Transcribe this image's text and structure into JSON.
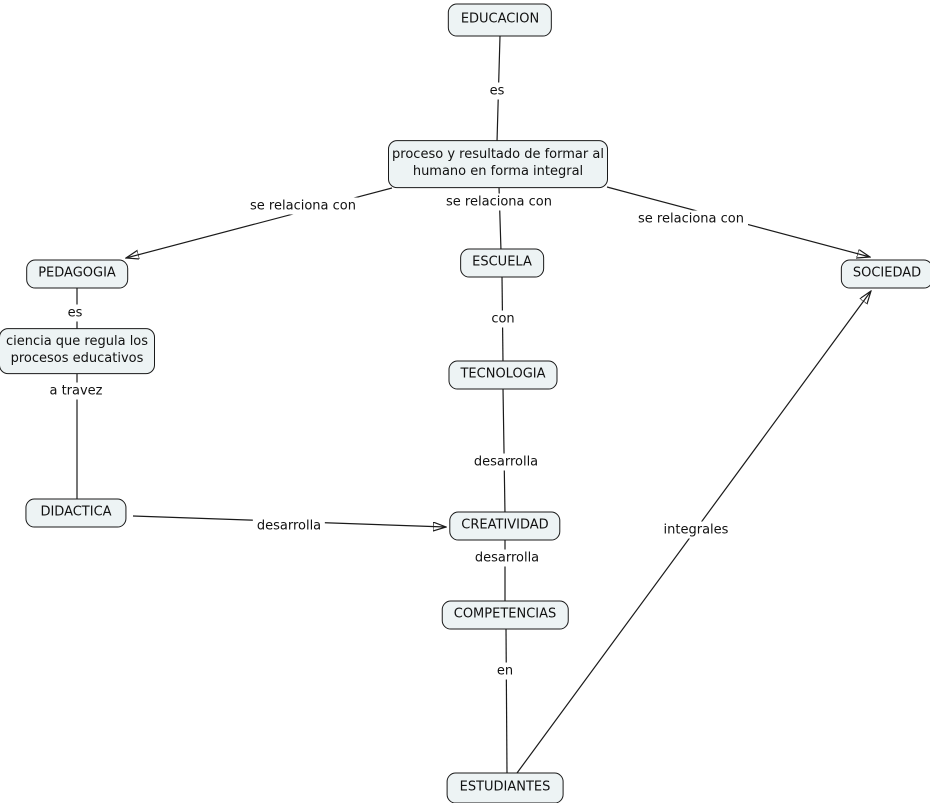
{
  "diagram": {
    "type": "concept-map",
    "topic": "EDUCACION",
    "nodes": {
      "educacion": {
        "label": "EDUCACION"
      },
      "proceso": {
        "lines": [
          "proceso y resultado de formar al",
          "humano en forma integral"
        ]
      },
      "pedagogia": {
        "label": "PEDAGOGIA"
      },
      "ciencia": {
        "lines": [
          "ciencia que regula los",
          "procesos educativos"
        ]
      },
      "didactica": {
        "label": "DIDACTICA"
      },
      "escuela": {
        "label": "ESCUELA"
      },
      "tecnologia": {
        "label": "TECNOLOGIA"
      },
      "creatividad": {
        "label": "CREATIVIDAD"
      },
      "competencias": {
        "label": "COMPETENCIAS"
      },
      "estudiantes": {
        "label": "ESTUDIANTES"
      },
      "sociedad": {
        "label": "SOCIEDAD"
      }
    },
    "link_labels": {
      "es_educacion": "es",
      "se_relaciona_left": "se relaciona con",
      "se_relaciona_center": "se relaciona con",
      "se_relaciona_right": "se relaciona con",
      "es_pedagogia": "es",
      "a_travez": "a travez",
      "con": "con",
      "desarrolla_tecnologia": "desarrolla",
      "desarrolla_didactica": "desarrolla",
      "desarrolla_creatividad": "desarrolla",
      "en": "en",
      "integrales": "integrales"
    },
    "edges": [
      {
        "from": "EDUCACION",
        "label": "es",
        "to": "proceso y resultado de formar al humano en forma integral",
        "arrow": false
      },
      {
        "from": "proceso y resultado de formar al humano en forma integral",
        "label": "se relaciona con",
        "to": "PEDAGOGIA",
        "arrow": true
      },
      {
        "from": "proceso y resultado de formar al humano en forma integral",
        "label": "se relaciona con",
        "to": "ESCUELA",
        "arrow": false
      },
      {
        "from": "proceso y resultado de formar al humano en forma integral",
        "label": "se relaciona con",
        "to": "SOCIEDAD",
        "arrow": true
      },
      {
        "from": "PEDAGOGIA",
        "label": "es",
        "to": "ciencia que regula los procesos educativos",
        "arrow": false
      },
      {
        "from": "ciencia que regula los procesos educativos",
        "label": "a travez",
        "to": "DIDACTICA",
        "arrow": false
      },
      {
        "from": "DIDACTICA",
        "label": "desarrolla",
        "to": "CREATIVIDAD",
        "arrow": true
      },
      {
        "from": "ESCUELA",
        "label": "con",
        "to": "TECNOLOGIA",
        "arrow": false
      },
      {
        "from": "TECNOLOGIA",
        "label": "desarrolla",
        "to": "CREATIVIDAD",
        "arrow": false
      },
      {
        "from": "CREATIVIDAD",
        "label": "desarrolla",
        "to": "COMPETENCIAS",
        "arrow": false
      },
      {
        "from": "COMPETENCIAS",
        "label": "en",
        "to": "ESTUDIANTES",
        "arrow": false
      },
      {
        "from": "ESTUDIANTES",
        "label": "integrales",
        "to": "SOCIEDAD",
        "arrow": true
      }
    ],
    "colors": {
      "node_fill": "#edf3f4",
      "node_border": "#1a1a1a",
      "line": "#1a1a1a",
      "text": "#111111",
      "background": "#ffffff"
    }
  }
}
